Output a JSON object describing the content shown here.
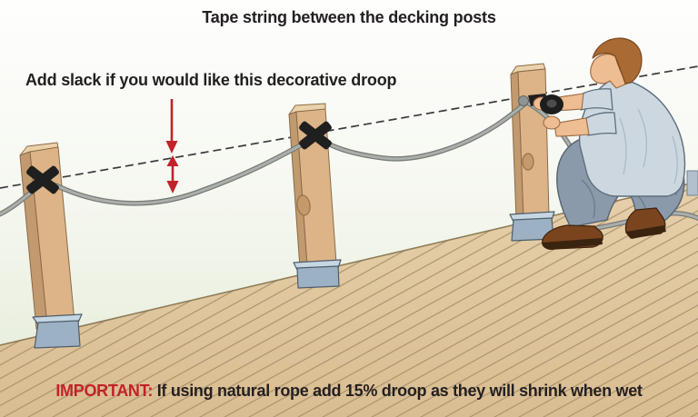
{
  "title": "Tape string between the decking posts",
  "annotations": {
    "slack_note": "Add slack if you would like this decorative droop",
    "important_label": "IMPORTANT:",
    "important_text": " If using natural rope add 15% droop as they will shrink when wet"
  },
  "colors": {
    "accent_red": "#c2222a",
    "text_black": "#231f20",
    "deck_tan": "#e0c8a1",
    "deck_plank_line": "#a8916c",
    "post_wood": "#ddb488",
    "post_wood_shadow": "#c29a6f",
    "bracket_blue_gray": "#9db1c4",
    "rope_gray": "#aaafab",
    "tape_black": "#1f1f1f",
    "guide_line_gray": "#3a3a3a",
    "shirt_blue": "#cdd7df",
    "jeans_blue": "#8b9aab",
    "shoe_brown": "#7a451e",
    "hair_auburn": "#a96a33",
    "skin_tone": "#eebd92",
    "background_green": "#e5ecd9"
  }
}
